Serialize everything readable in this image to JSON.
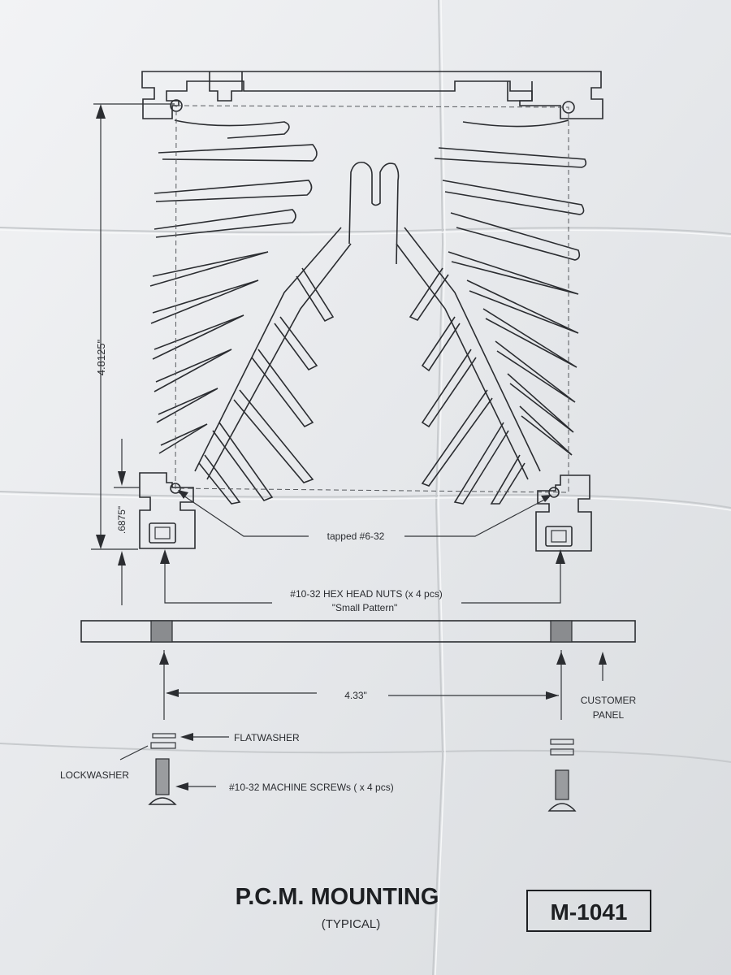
{
  "drawing": {
    "title": "P.C.M. MOUNTING",
    "subtitle": "(TYPICAL)",
    "part_number": "M-1041"
  },
  "dimensions": {
    "height": "4.8125\"",
    "rail": ".6875\"",
    "spacing": "4.33\""
  },
  "callouts": {
    "tapped": "tapped #6-32",
    "hex_nuts": "#10-32 HEX HEAD NUTS (x 4 pcs)",
    "hex_nuts_pattern": "\"Small Pattern\"",
    "customer_panel_line1": "CUSTOMER",
    "customer_panel_line2": "PANEL",
    "flatwasher": "FLATWASHER",
    "lockwasher": "LOCKWASHER",
    "machine_screws": "#10-32 MACHINE SCREWs ( x 4 pcs)"
  },
  "colors": {
    "paper": "#eceef0",
    "ink": "#2b2d31"
  }
}
